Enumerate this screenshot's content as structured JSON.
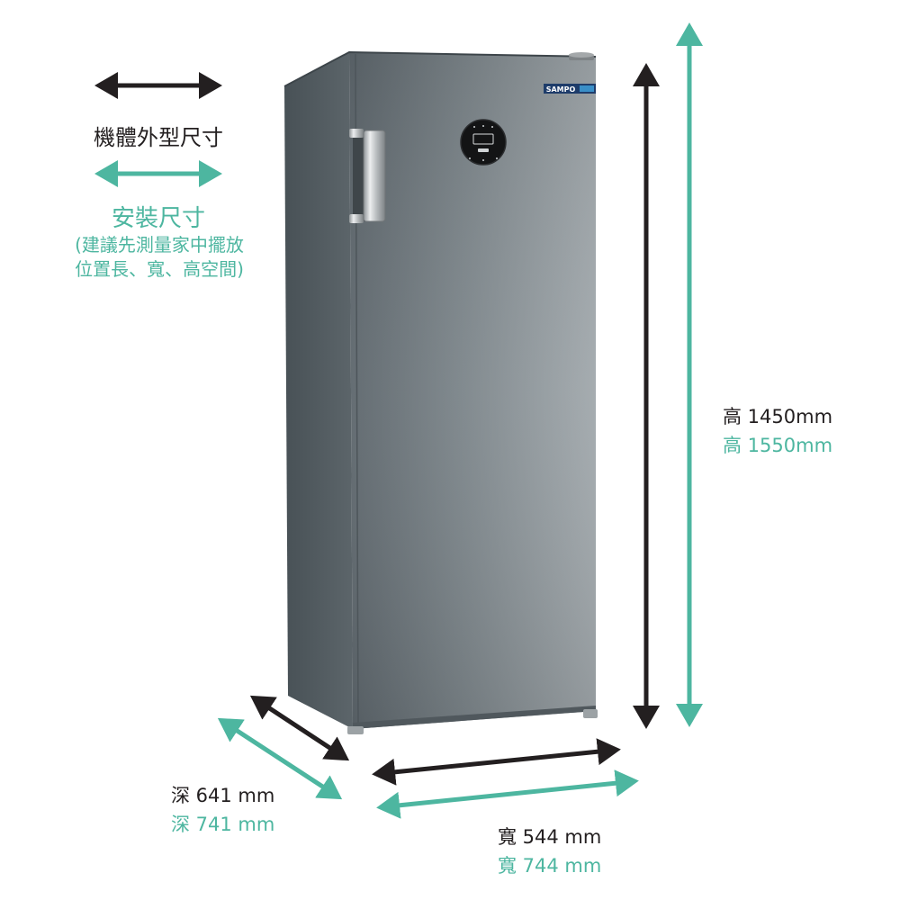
{
  "colors": {
    "outer": "#231f20",
    "install": "#4db6a0"
  },
  "legend": {
    "outer_label": "機體外型尺寸",
    "install_label": "安裝尺寸",
    "install_note_line1": "(建議先測量家中擺放",
    "install_note_line2": "位置長、寬、高空間)",
    "outer_icon": "double-arrow-black",
    "install_icon": "double-arrow-green"
  },
  "dimensions": {
    "height": {
      "outer": "高 1450mm",
      "install": "高 1550mm"
    },
    "depth": {
      "outer": "深 641 mm",
      "install": "深 741 mm"
    },
    "width": {
      "outer": "寬 544 mm",
      "install": "寬 744 mm"
    }
  },
  "product": {
    "brand": "SAMPO",
    "type": "upright freezer"
  }
}
